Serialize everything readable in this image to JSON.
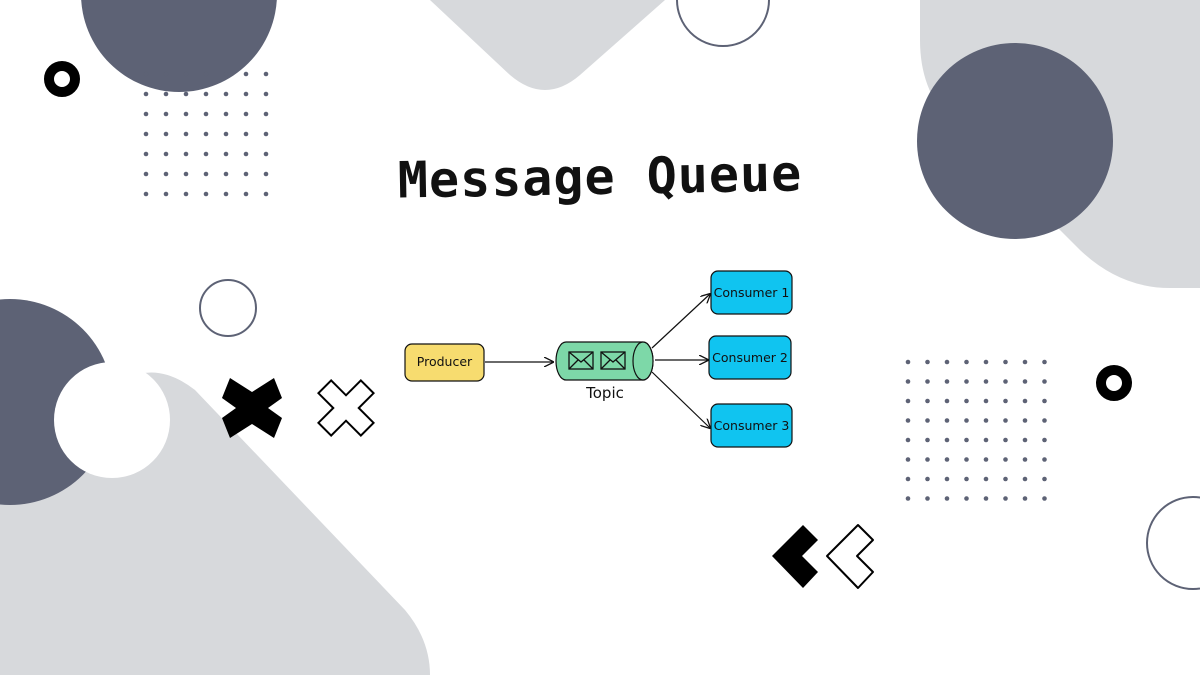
{
  "title": "Message Queue",
  "colors": {
    "dark_shape": "#5d6275",
    "light_shape": "#d7d9dc",
    "producer_fill": "#f7dc6f",
    "topic_fill": "#7dd8a8",
    "consumer_fill": "#10c4f0",
    "stroke": "#111111"
  },
  "diagram": {
    "producer": {
      "label": "Producer"
    },
    "topic": {
      "label": "Topic",
      "icon": "envelope-icon"
    },
    "consumers": [
      {
        "label": "Consumer 1"
      },
      {
        "label": "Consumer 2"
      },
      {
        "label": "Consumer 3"
      }
    ]
  }
}
